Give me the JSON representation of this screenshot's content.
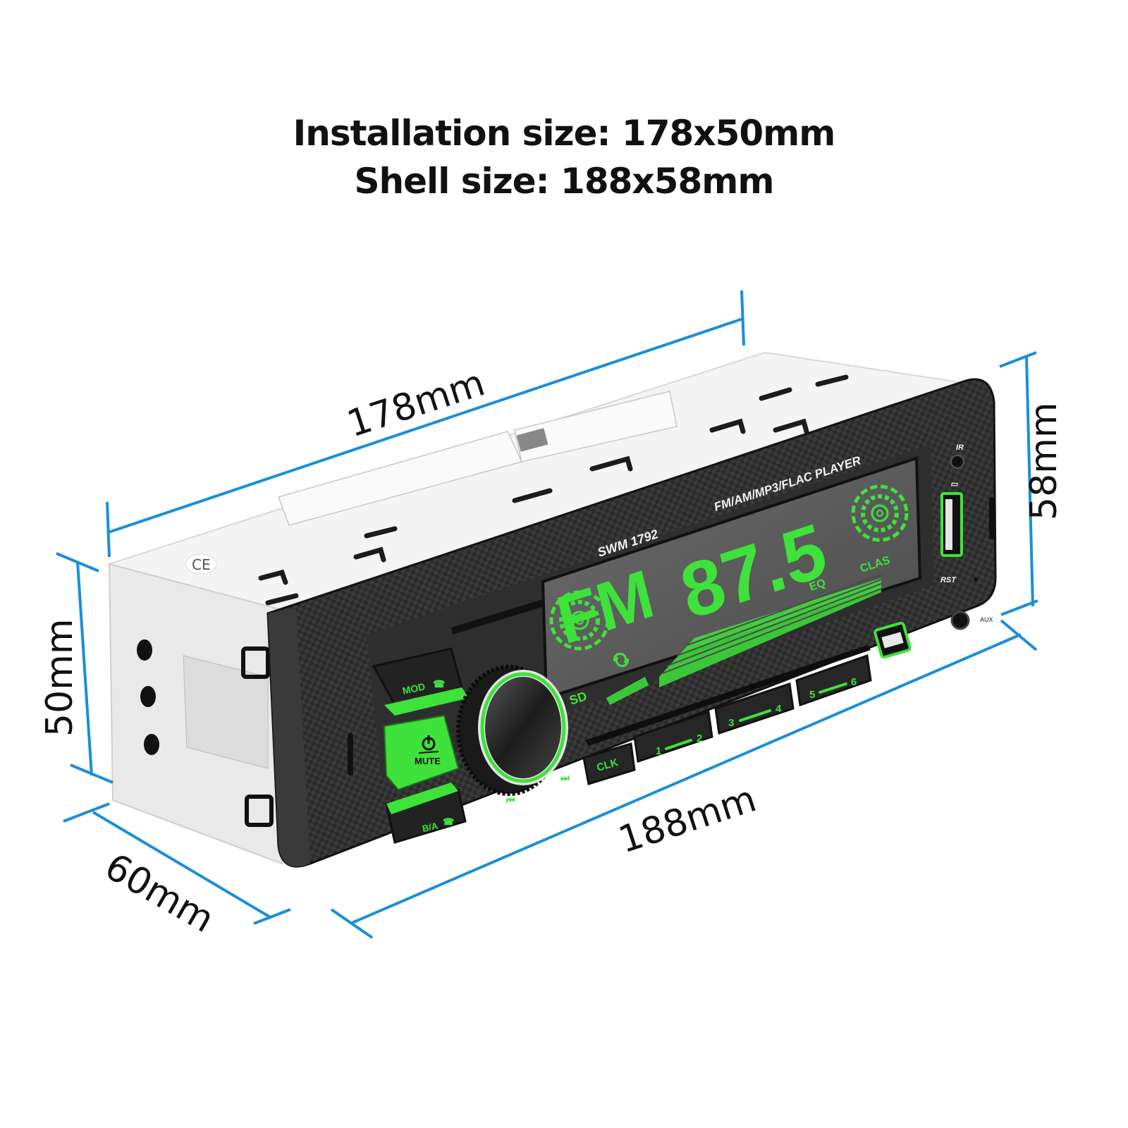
{
  "headline": {
    "installation": "Installation size: 178x50mm",
    "shell": "Shell size: 188x58mm"
  },
  "dimensions": {
    "top_width": "178mm",
    "front_width": "188mm",
    "left_height": "50mm",
    "right_height": "58mm",
    "depth": "60mm"
  },
  "device": {
    "model": "SWM 1792",
    "subtitle": "FM/AM/MP3/FLAC PLAYER",
    "band": "FM",
    "frequency": "87.5",
    "eq_label": "EQ",
    "eq_mode": "CLAS",
    "buttons": {
      "mod": "MOD",
      "mute": "MUTE",
      "ba": "B/A",
      "clk": "CLK",
      "preset_1_2": [
        "1",
        "2"
      ],
      "preset_3_4": [
        "3",
        "4"
      ],
      "preset_5_6": [
        "5",
        "6"
      ]
    },
    "ports": {
      "ir": "IR",
      "rst": "RST",
      "aux": "AUX"
    },
    "certification": "CE"
  },
  "colors": {
    "dimension_line": "#1a8fd6",
    "lcd_green": "#3ee23a",
    "body_dark": "#2a2a2a",
    "chassis": "#f0f0f0"
  }
}
